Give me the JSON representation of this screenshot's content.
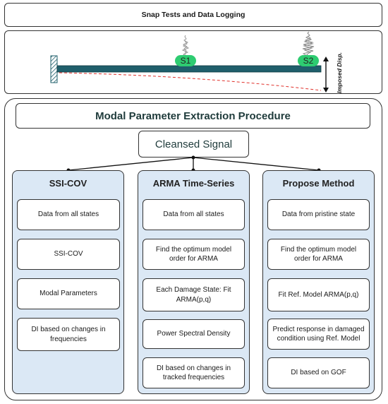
{
  "header": {
    "title": "Snap Tests and Data Logging"
  },
  "beam": {
    "sensors": [
      "S1",
      "S2"
    ],
    "imposed_label": "Imposed Disp.",
    "colors": {
      "beam": "#1f5f6b",
      "sensor": "#2ecc71",
      "deflection": "#e0312b"
    }
  },
  "procedure": {
    "title": "Modal Parameter Extraction Procedure",
    "input": "Cleansed Signal",
    "columns": [
      {
        "title": "SSI-COV",
        "steps": [
          "Data from all states",
          "SSI-COV",
          "Modal Parameters",
          "DI based on changes in frequencies"
        ]
      },
      {
        "title": "ARMA Time-Series",
        "steps": [
          "Data from all states",
          "Find the optimum model order for ARMA",
          "Each Damage State: Fit ARMA(p,q)",
          "Power Spectral Density",
          "DI based on changes in tracked frequencies"
        ]
      },
      {
        "title": "Propose Method",
        "steps": [
          "Data from pristine state",
          "Find the optimum model order for ARMA",
          "Fit Ref. Model ARMA(p,q)",
          "Predict response in damaged condition using Ref. Model",
          "DI based on GOF"
        ]
      }
    ]
  },
  "colors": {
    "column_fill": "#dbe8f5",
    "heading_text": "#1f3b3b"
  }
}
